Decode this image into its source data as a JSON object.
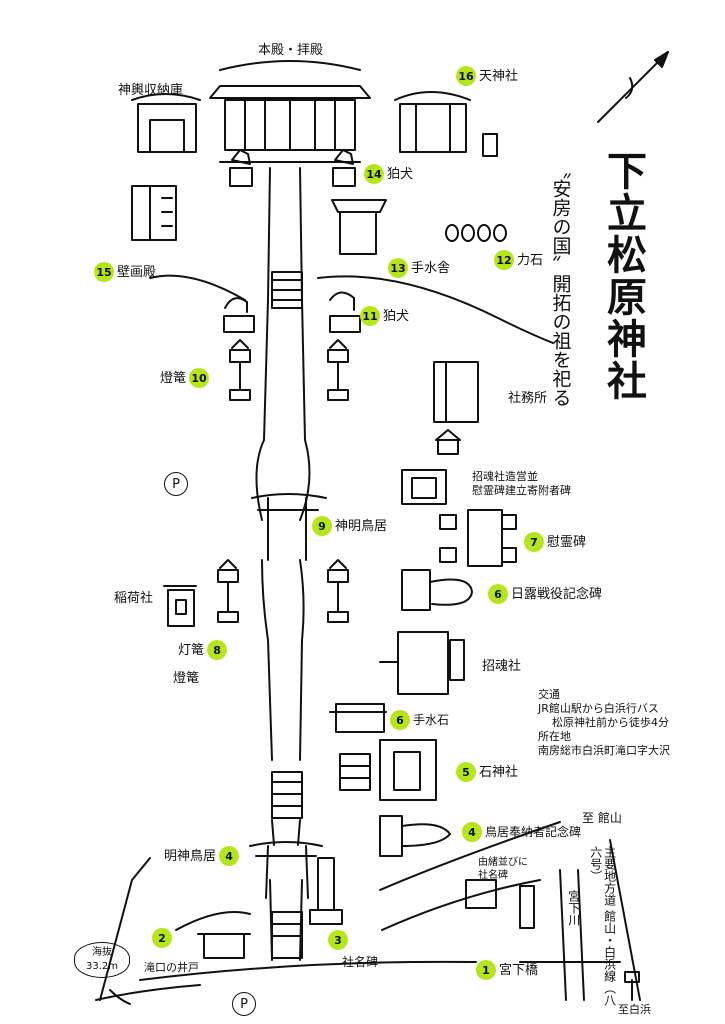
{
  "title": "下立松原神社",
  "subtitle": "〝安房の国〟開拓の祖を祀る",
  "labels": {
    "honden": "本殿・拝殿",
    "mikoshi": "神輿収納庫",
    "shamusho": "社務所",
    "inari": "稲荷社",
    "shokonsha": "招魂社",
    "toro": "燈篭",
    "ireihi_note": "招魂社造営並\n慰霊碑建立寄附者碑",
    "sign_line1": "由緒並びに",
    "sign_line2": "社名碑",
    "to_tateyama": "至 館山",
    "to_shirahama": "至白浜",
    "national_road": "主要地方道 館山・白浜線（八六号）",
    "river": "宮下川",
    "parking": "P",
    "elevation_label": "海抜",
    "elevation_value": "33.2m"
  },
  "points": [
    {
      "num": "1",
      "name": "宮下橋"
    },
    {
      "num": "2",
      "name": "滝口の井戸"
    },
    {
      "num": "3",
      "name": "社名碑"
    },
    {
      "num": "4",
      "name": "鳥居奉納者記念碑"
    },
    {
      "num": "4",
      "name": "明神鳥居"
    },
    {
      "num": "5",
      "name": "石神社"
    },
    {
      "num": "6",
      "name": "手水石"
    },
    {
      "num": "6",
      "name": "日露戦役記念碑"
    },
    {
      "num": "7",
      "name": "慰霊碑"
    },
    {
      "num": "8",
      "name": "灯篭"
    },
    {
      "num": "9",
      "name": "神明鳥居"
    },
    {
      "num": "10",
      "name": "燈篭"
    },
    {
      "num": "11",
      "name": "狛犬"
    },
    {
      "num": "12",
      "name": "力石"
    },
    {
      "num": "13",
      "name": "手水舎"
    },
    {
      "num": "14",
      "name": "狛犬"
    },
    {
      "num": "15",
      "name": "壁画殿"
    },
    {
      "num": "16",
      "name": "天神社"
    }
  ],
  "access": {
    "heading": "交通",
    "line1": "JR館山駅から白浜行バス",
    "line2": "松原神社前から徒歩4分",
    "heading2": "所在地",
    "line3": "南房総市白浜町滝口字大沢"
  },
  "colors": {
    "badge": "#b5e61d",
    "ink": "#111111"
  }
}
